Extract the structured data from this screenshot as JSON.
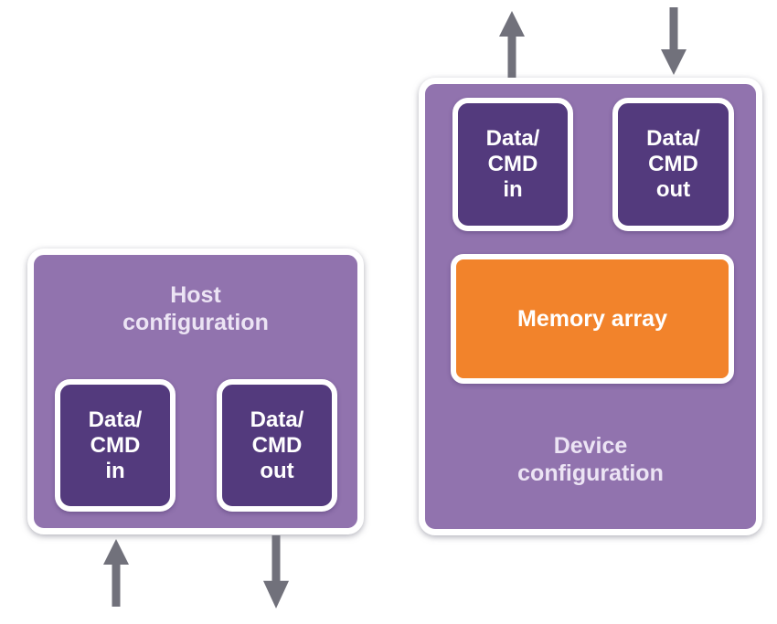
{
  "colors": {
    "background": "#ffffff",
    "container_fill": "#9173ae",
    "port_fill": "#533a7d",
    "memory_fill": "#f2832b",
    "arrow": "#71717b",
    "title_text": "#ece4f4",
    "port_text": "#ffffff",
    "memory_text": "#ffffff"
  },
  "host": {
    "title_line1": "Host",
    "title_line2": "configuration",
    "port_in": {
      "line1": "Data/",
      "line2": "CMD",
      "line3": "in"
    },
    "port_out": {
      "line1": "Data/",
      "line2": "CMD",
      "line3": "out"
    }
  },
  "device": {
    "title_line1": "Device",
    "title_line2": "configuration",
    "memory_label": "Memory array",
    "port_in": {
      "line1": "Data/",
      "line2": "CMD",
      "line3": "in"
    },
    "port_out": {
      "line1": "Data/",
      "line2": "CMD",
      "line3": "out"
    }
  },
  "icons": {
    "device_in": "arrow-up",
    "device_out": "arrow-down",
    "host_in": "arrow-up",
    "host_out": "arrow-down"
  }
}
